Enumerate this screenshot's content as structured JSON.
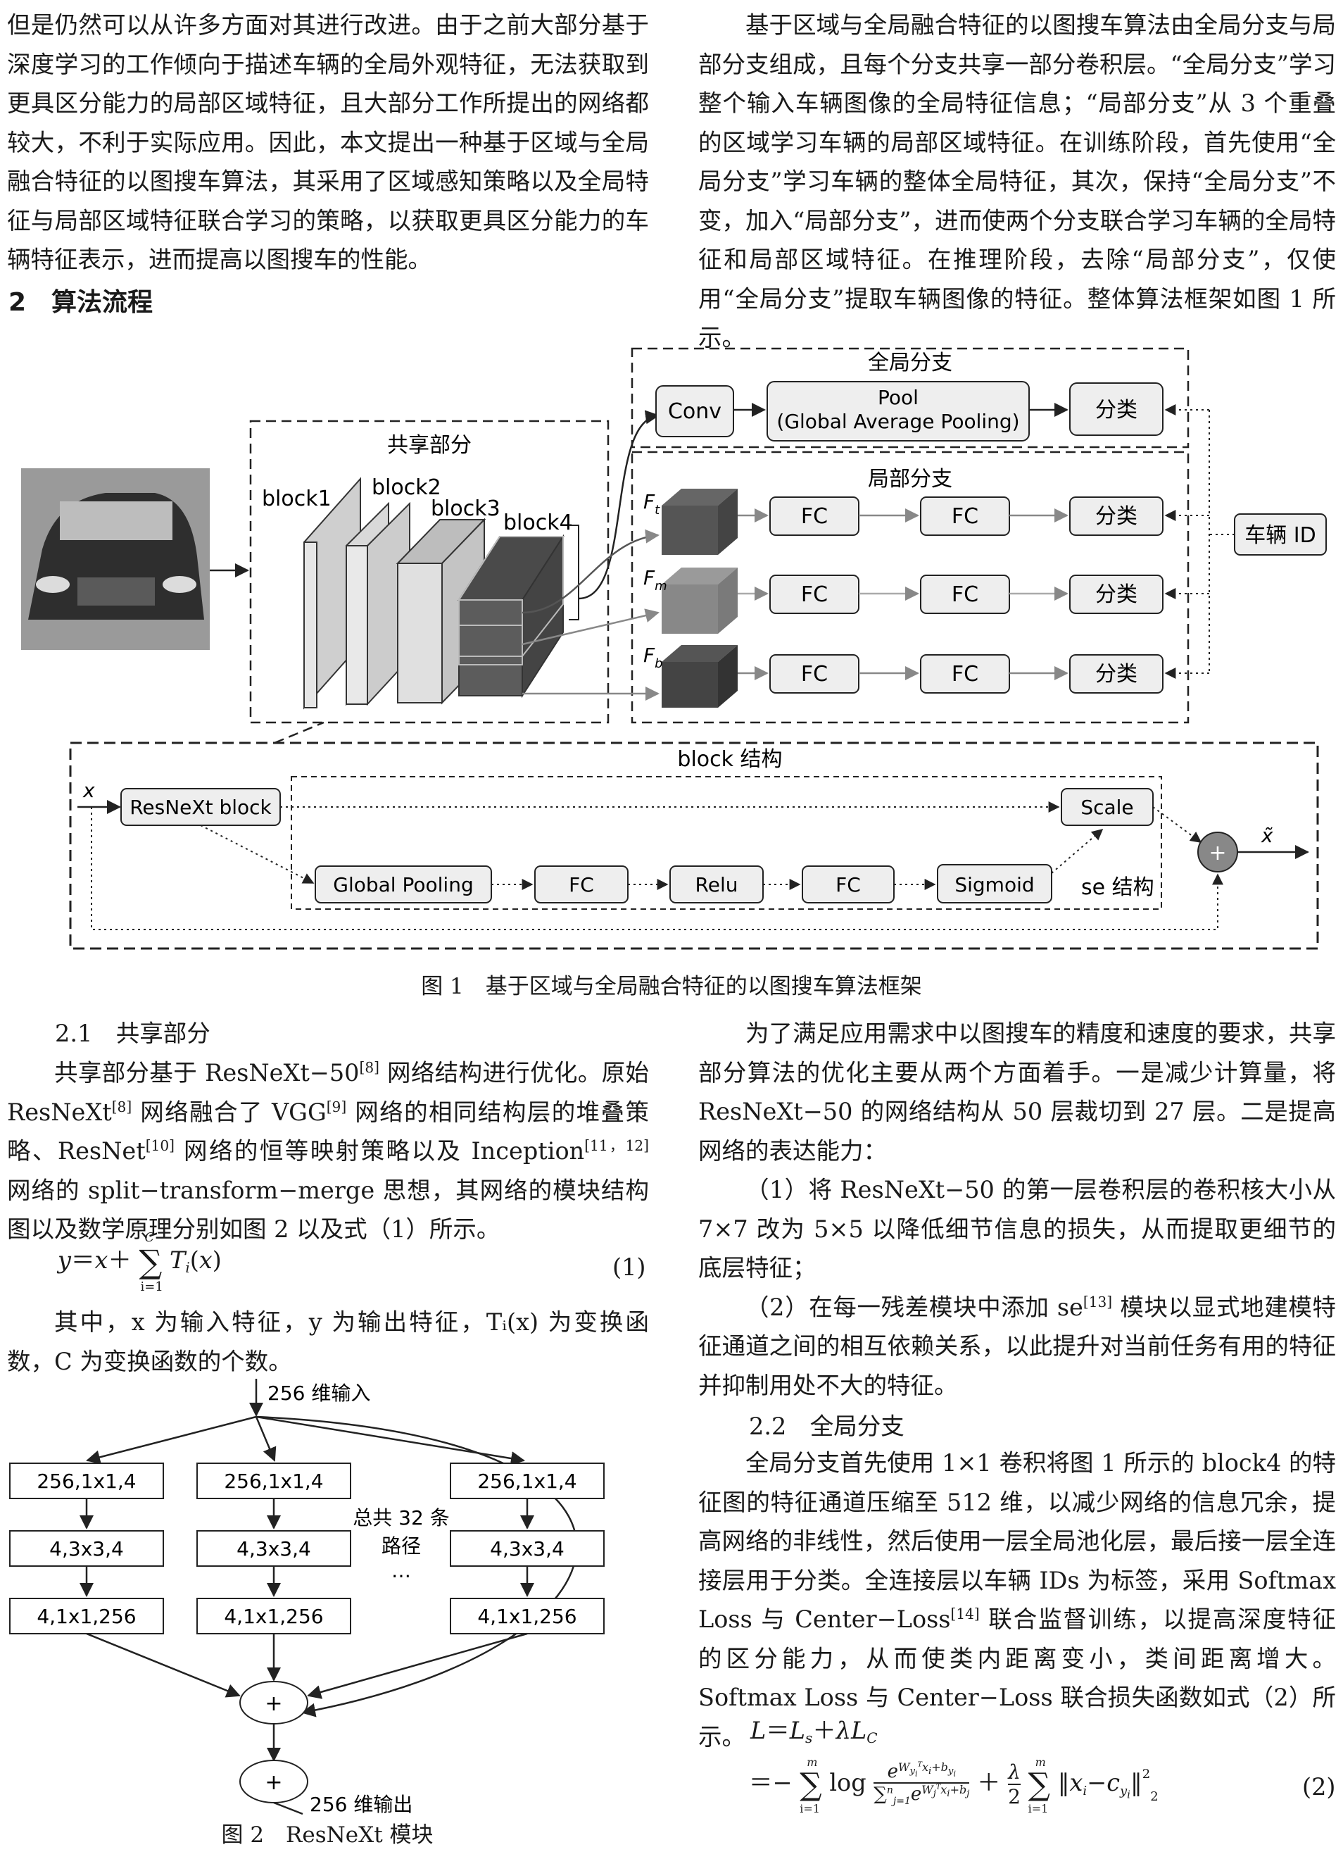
{
  "left_col": {
    "intro": "但是仍然可以从许多方面对其进行改进。由于之前大部分基于深度学习的工作倾向于描述车辆的全局外观特征，无法获取到更具区分能力的局部区域特征，且大部分工作所提出的网络都较大，不利于实际应用。因此，本文提出一种基于区域与全局融合特征的以图搜车算法，其采用了区域感知策略以及全局特征与局部区域特征联合学习的策略，以获取更具区分能力的车辆特征表示，进而提高以图搜车的性能。",
    "section_heading": "2　算法流程",
    "sub1_heading": "2.1　共享部分",
    "sub1_p1_a": "共享部分基于 ResNeXt−50",
    "sub1_p1_ref1": "[8]",
    "sub1_p1_b": " 网络结构进行优化。原始 ResNeXt",
    "sub1_p1_ref2": "[8]",
    "sub1_p1_c": " 网络融合了 VGG",
    "sub1_p1_ref3": "[9]",
    "sub1_p1_d": " 网络的相同结构层的堆叠策略、ResNet",
    "sub1_p1_ref4": "[10]",
    "sub1_p1_e": " 网络的恒等映射策略以及 Inception",
    "sub1_p1_ref5": "[11，12]",
    "sub1_p1_f": " 网络的 split−transform−merge 思想，其网络的模块结构图以及数学原理分别如图 2 以及式（1）所示。",
    "eq1_number": "(1)",
    "eq1_explain": "其中，x 为输入特征，y 为输出特征，Tᵢ(x) 为变换函数，C 为变换函数的个数。"
  },
  "right_col": {
    "p1": "基于区域与全局融合特征的以图搜车算法由全局分支与局部分支组成，且每个分支共享一部分卷积层。“全局分支”学习整个输入车辆图像的全局特征信息；“局部分支”从 3 个重叠的区域学习车辆的局部区域特征。在训练阶段，首先使用“全局分支”学习车辆的整体全局特征，其次，保持“全局分支”不变，加入“局部分支”，进而使两个分支联合学习车辆的全局特征和局部区域特征。在推理阶段，去除“局部分支”，仅使用“全局分支”提取车辆图像的特征。整体算法框架如图 1 所示。",
    "p2": "为了满足应用需求中以图搜车的精度和速度的要求，共享部分算法的优化主要从两个方面着手。一是减少计算量，将 ResNeXt−50 的网络结构从 50 层裁切到 27 层。二是提高网络的表达能力：",
    "item1": "（1）将 ResNeXt−50 的第一层卷积层的卷积核大小从 7×7 改为 5×5 以降低细节信息的损失，从而提取更细节的底层特征；",
    "item2_a": "（2）在每一残差模块中添加 se",
    "item2_ref": "[13]",
    "item2_b": " 模块以显式地建模特征通道之间的相互依赖关系，以此提升对当前任务有用的特征并抑制用处不大的特征。",
    "sub2_heading": "2.2　全局分支",
    "p3_a": "全局分支首先使用 1×1 卷积将图 1 所示的 block4 的特征图的特征通道压缩至 512 维，以减少网络的信息冗余，提高网络的非线性，然后使用一层全局池化层，最后接一层全连接层用于分类。全连接层以车辆 IDs 为标签，采用 Softmax Loss 与 Center−Loss",
    "p3_ref": "[14]",
    "p3_b": " 联合监督训练，以提高深度特征的区分能力，从而使类内距离变小，类间距离增大。Softmax Loss 与 Center−Loss 联合损失函数如式（2）所示。",
    "eq2_number": "(2)"
  },
  "fig1": {
    "caption": "图 1　基于区域与全局融合特征的以图搜车算法框架",
    "global_branch": "全局分支",
    "local_branch": "局部分支",
    "shared": "共享部分",
    "conv": "Conv",
    "pool_l1": "Pool",
    "pool_l2": "(Global  Average  Pooling)",
    "classify": "分类",
    "fc": "FC",
    "vehicle_id": "车辆 ID",
    "block1": "block1",
    "block2": "block2",
    "block3": "block3",
    "block4": "block4",
    "ft": "F",
    "ft_sub": "t",
    "fm": "F",
    "fm_sub": "m",
    "fb": "F",
    "fb_sub": "b",
    "block_struct": "block 结构",
    "x": "x",
    "x_tilde": "x̃",
    "resnext_block": "ResNeXt  block",
    "global_pooling": "Global  Pooling",
    "relu": "Relu",
    "sigmoid": "Sigmoid",
    "scale": "Scale",
    "se_struct": "se 结构",
    "plus": "+"
  },
  "fig2": {
    "caption": "图 2　ResNeXt 模块",
    "input": "256 维输入",
    "output": "256 维输出",
    "row1": "256,1x1,4",
    "row2": "4,3x3,4",
    "row3": "4,1x1,256",
    "paths_l1": "总共 32 条",
    "paths_l2": "路径",
    "dots": "…",
    "plus": "+"
  },
  "colors": {
    "box_fill": "#eeeeee",
    "dark": "#555555",
    "mid": "#888888",
    "light": "#d9d9d9"
  }
}
